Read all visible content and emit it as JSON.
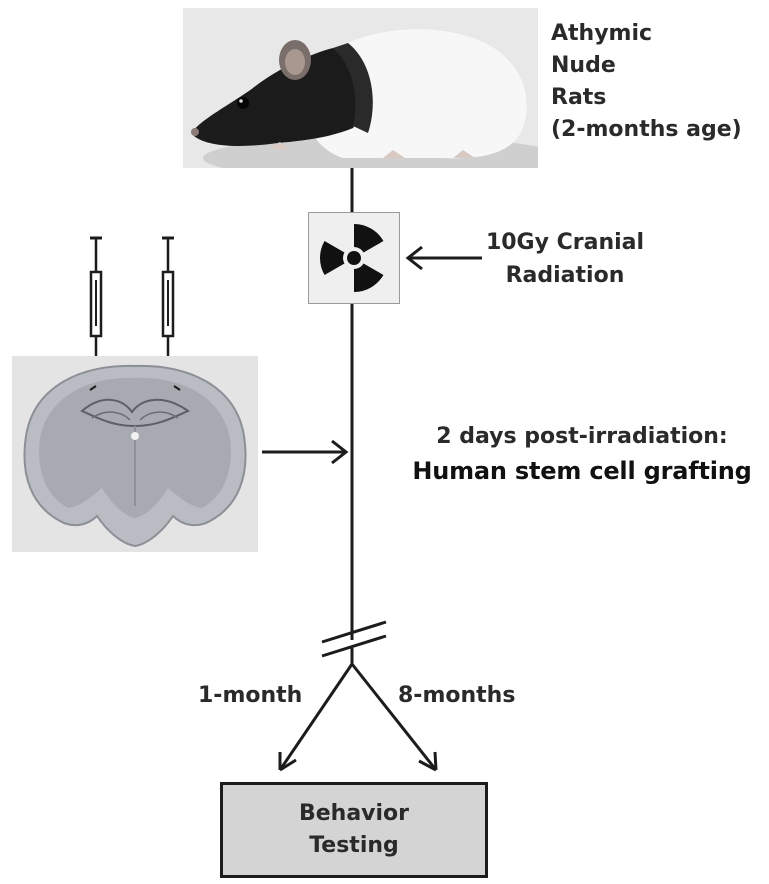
{
  "rat": {
    "label_lines": [
      "Athymic",
      "Nude",
      "Rats",
      "(2-months age)"
    ]
  },
  "radiation": {
    "icon": "radiation-trefoil-icon",
    "label_lines": [
      "10Gy Cranial",
      "Radiation"
    ]
  },
  "grafting": {
    "line1": "2 days post-irradiation:",
    "line2": "Human stem cell grafting"
  },
  "timepoints": {
    "left": "1-month",
    "right": "8-months"
  },
  "behavior": {
    "label_lines": [
      "Behavior",
      "Testing"
    ]
  },
  "colors": {
    "line": "#1c1c1c",
    "box_fill": "#d4d4d4",
    "rad_box_fill": "#efefef"
  }
}
